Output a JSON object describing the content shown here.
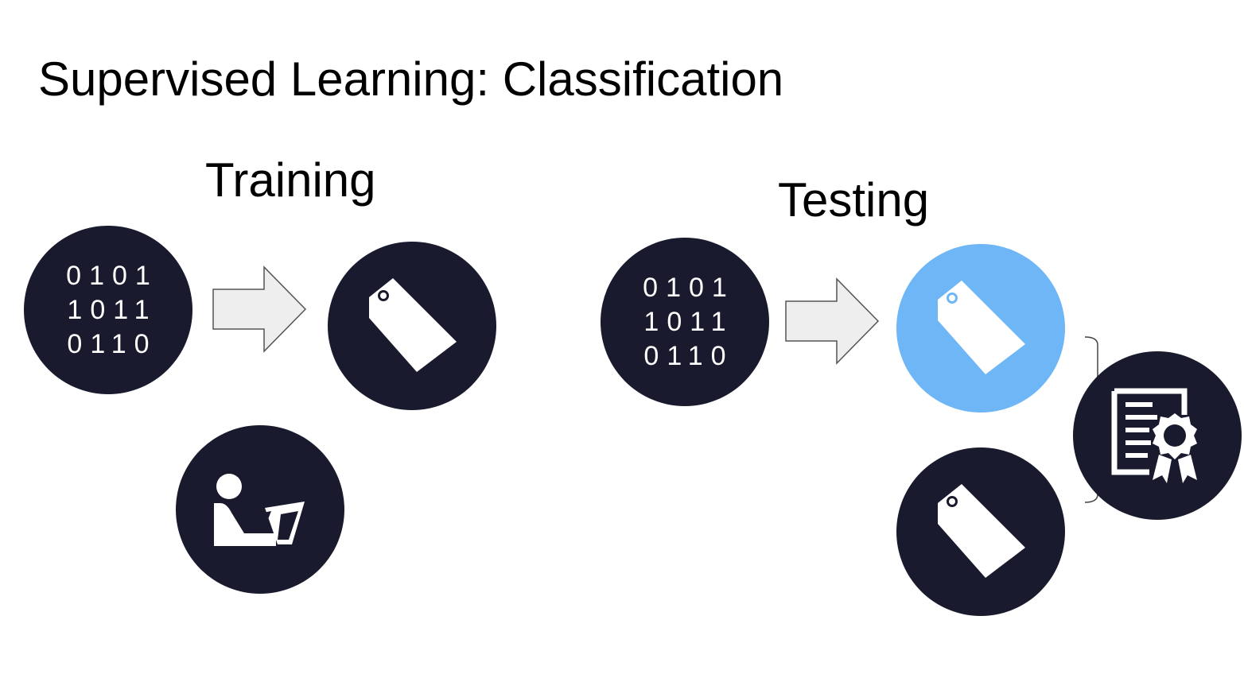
{
  "title": "Supervised Learning: Classification",
  "sections": {
    "training": "Training",
    "testing": "Testing"
  },
  "binary_rows": [
    "0101",
    "1011",
    "0110"
  ],
  "colors": {
    "dark_circle": "#1a1a2e",
    "highlight_circle": "#6fb6f7",
    "arrow_fill": "#eeeeee",
    "arrow_stroke": "#555555"
  },
  "icons": {
    "data": "binary-data-icon",
    "label": "tag-icon",
    "annotator": "person-at-laptop-icon",
    "evaluation": "certificate-icon"
  }
}
